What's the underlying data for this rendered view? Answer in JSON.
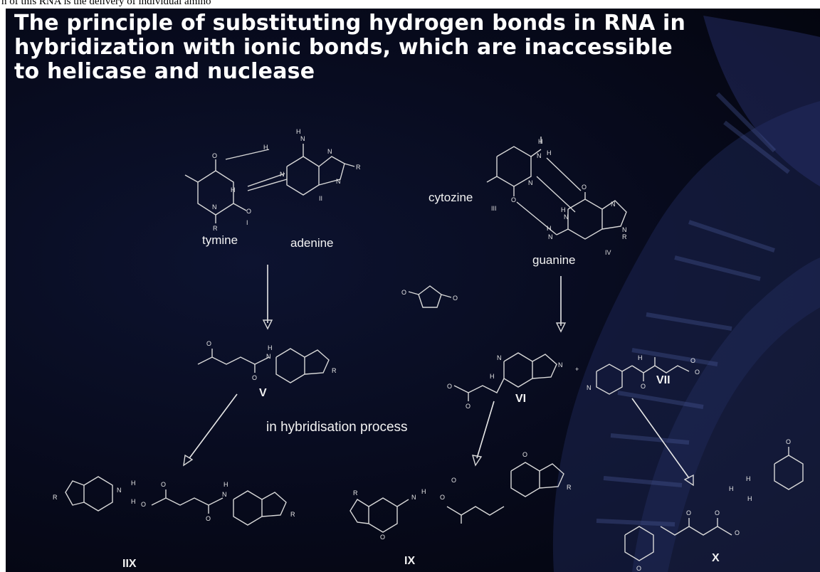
{
  "top_text": "n of this RNA is the delivery of individual amino",
  "title": {
    "line1": "The principle of substituting hydrogen bonds in RNA in",
    "line2": "hybridization with ionic bonds, which are inaccessible",
    "line3": "to helicase and nuclease"
  },
  "labels": {
    "tymine": "tymine",
    "adenine": "adenine",
    "cytozine": "cytozine",
    "guanine": "guanine",
    "process": "in hybridisation process"
  },
  "compounds": {
    "I": "I",
    "II": "II",
    "III": "III",
    "IV": "IV",
    "V": "V",
    "VI": "VI",
    "VII": "VII",
    "IIX": "IIX",
    "IX": "IX",
    "X": "X"
  },
  "colors": {
    "background": "#070a1c",
    "text": "#ffffff",
    "structure_lines": "#d8d8d8"
  }
}
